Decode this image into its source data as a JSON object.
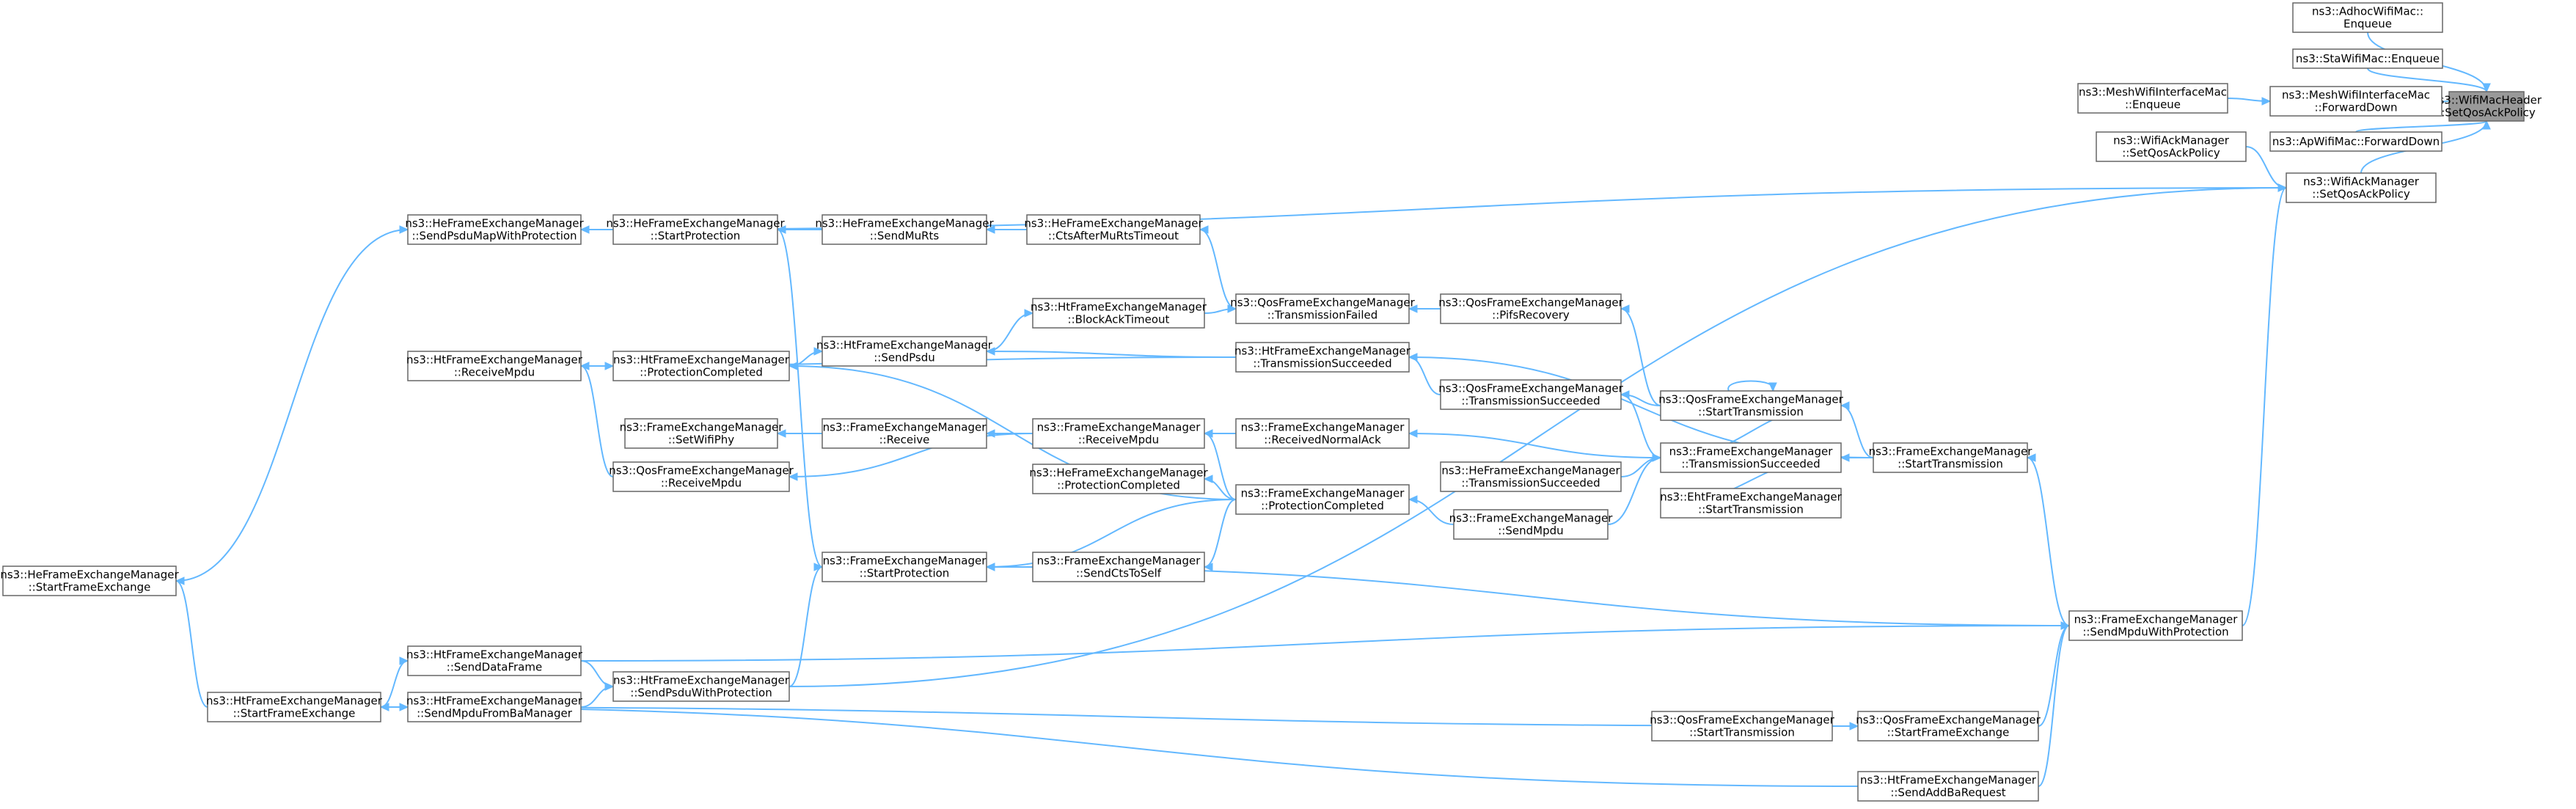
{
  "graph": {
    "colors": {
      "edge": "#63b8ff",
      "node_border": "#666666",
      "node_fill": "#ffffff",
      "highlight_fill": "#999999"
    },
    "nodes": [
      {
        "id": "n0",
        "lines": [
          "ns3::WifiMacHeader",
          "::SetQosAckPolicy"
        ],
        "highlight": true
      },
      {
        "id": "n1",
        "lines": [
          "ns3::AdhocWifiMac::",
          "Enqueue"
        ]
      },
      {
        "id": "n2",
        "lines": [
          "ns3::StaWifiMac::Enqueue"
        ]
      },
      {
        "id": "n3",
        "lines": [
          "ns3::MeshWifiInterfaceMac",
          "::ForwardDown"
        ]
      },
      {
        "id": "n4",
        "lines": [
          "ns3::MeshWifiInterfaceMac",
          "::Enqueue"
        ]
      },
      {
        "id": "n5",
        "lines": [
          "ns3::ApWifiMac::ForwardDown"
        ]
      },
      {
        "id": "n6",
        "lines": [
          "ns3::WifiAckManager",
          "::SetQosAckPolicy"
        ]
      },
      {
        "id": "n7",
        "lines": [
          "ns3::WifiAckManager",
          "::SetQosAckPolicy"
        ]
      },
      {
        "id": "n8",
        "lines": [
          "ns3::HeFrameExchangeManager",
          "::SendPsduMapWithProtection"
        ]
      },
      {
        "id": "n9",
        "lines": [
          "ns3::HeFrameExchangeManager",
          "::StartProtection"
        ]
      },
      {
        "id": "n10",
        "lines": [
          "ns3::HeFrameExchangeManager",
          "::SendMuRts"
        ]
      },
      {
        "id": "n11",
        "lines": [
          "ns3::HeFrameExchangeManager",
          "::CtsAfterMuRtsTimeout"
        ]
      },
      {
        "id": "n12",
        "lines": [
          "ns3::QosFrameExchangeManager",
          "::TransmissionFailed"
        ]
      },
      {
        "id": "n13",
        "lines": [
          "ns3::QosFrameExchangeManager",
          "::PifsRecovery"
        ]
      },
      {
        "id": "n14",
        "lines": [
          "ns3::HtFrameExchangeManager",
          "::BlockAckTimeout"
        ]
      },
      {
        "id": "n15",
        "lines": [
          "ns3::HtFrameExchangeManager",
          "::ReceiveMpdu"
        ]
      },
      {
        "id": "n16",
        "lines": [
          "ns3::HtFrameExchangeManager",
          "::ProtectionCompleted"
        ]
      },
      {
        "id": "n17",
        "lines": [
          "ns3::HtFrameExchangeManager",
          "::SendPsdu"
        ]
      },
      {
        "id": "n18",
        "lines": [
          "ns3::HtFrameExchangeManager",
          "::TransmissionSucceeded"
        ]
      },
      {
        "id": "n19",
        "lines": [
          "ns3::QosFrameExchangeManager",
          "::TransmissionSucceeded"
        ]
      },
      {
        "id": "n20",
        "lines": [
          "ns3::QosFrameExchangeManager",
          "::StartTransmission"
        ]
      },
      {
        "id": "n21",
        "lines": [
          "ns3::FrameExchangeManager",
          "::StartTransmission"
        ]
      },
      {
        "id": "n22",
        "lines": [
          "ns3::FrameExchangeManager",
          "::SetWifiPhy"
        ]
      },
      {
        "id": "n23",
        "lines": [
          "ns3::FrameExchangeManager",
          "::Receive"
        ]
      },
      {
        "id": "n24",
        "lines": [
          "ns3::FrameExchangeManager",
          "::ReceiveMpdu"
        ]
      },
      {
        "id": "n25",
        "lines": [
          "ns3::FrameExchangeManager",
          "::ReceivedNormalAck"
        ]
      },
      {
        "id": "n26",
        "lines": [
          "ns3::FrameExchangeManager",
          "::TransmissionSucceeded"
        ]
      },
      {
        "id": "n27",
        "lines": [
          "ns3::QosFrameExchangeManager",
          "::ReceiveMpdu"
        ]
      },
      {
        "id": "n28",
        "lines": [
          "ns3::HeFrameExchangeManager",
          "::ProtectionCompleted"
        ]
      },
      {
        "id": "n29",
        "lines": [
          "ns3::FrameExchangeManager",
          "::ProtectionCompleted"
        ]
      },
      {
        "id": "n30",
        "lines": [
          "ns3::HeFrameExchangeManager",
          "::TransmissionSucceeded"
        ]
      },
      {
        "id": "n31",
        "lines": [
          "ns3::EhtFrameExchangeManager",
          "::StartTransmission"
        ]
      },
      {
        "id": "n32",
        "lines": [
          "ns3::FrameExchangeManager",
          "::SendMpdu"
        ]
      },
      {
        "id": "n33",
        "lines": [
          "ns3::FrameExchangeManager",
          "::StartProtection"
        ]
      },
      {
        "id": "n34",
        "lines": [
          "ns3::FrameExchangeManager",
          "::SendCtsToSelf"
        ]
      },
      {
        "id": "n35",
        "lines": [
          "ns3::HeFrameExchangeManager",
          "::StartFrameExchange"
        ]
      },
      {
        "id": "n36",
        "lines": [
          "ns3::FrameExchangeManager",
          "::SendMpduWithProtection"
        ]
      },
      {
        "id": "n37",
        "lines": [
          "ns3::HtFrameExchangeManager",
          "::SendDataFrame"
        ]
      },
      {
        "id": "n38",
        "lines": [
          "ns3::HtFrameExchangeManager",
          "::SendPsduWithProtection"
        ]
      },
      {
        "id": "n39",
        "lines": [
          "ns3::HtFrameExchangeManager",
          "::StartFrameExchange"
        ]
      },
      {
        "id": "n40",
        "lines": [
          "ns3::HtFrameExchangeManager",
          "::SendMpduFromBaManager"
        ]
      },
      {
        "id": "n41",
        "lines": [
          "ns3::QosFrameExchangeManager",
          "::StartTransmission"
        ]
      },
      {
        "id": "n42",
        "lines": [
          "ns3::QosFrameExchangeManager",
          "::StartFrameExchange"
        ]
      },
      {
        "id": "n43",
        "lines": [
          "ns3::HtFrameExchangeManager",
          "::SendAddBaRequest"
        ]
      }
    ],
    "edges": [
      [
        "n1",
        "n0"
      ],
      [
        "n2",
        "n0"
      ],
      [
        "n3",
        "n0"
      ],
      [
        "n5",
        "n0"
      ],
      [
        "n7",
        "n0"
      ],
      [
        "n4",
        "n3"
      ],
      [
        "n6",
        "n7"
      ],
      [
        "n8",
        "n7"
      ],
      [
        "n9",
        "n8"
      ],
      [
        "n10",
        "n9"
      ],
      [
        "n11",
        "n10"
      ],
      [
        "n12",
        "n11"
      ],
      [
        "n13",
        "n12"
      ],
      [
        "n14",
        "n12"
      ],
      [
        "n17",
        "n14"
      ],
      [
        "n16",
        "n17"
      ],
      [
        "n15",
        "n16"
      ],
      [
        "n18",
        "n17"
      ],
      [
        "n18",
        "n15"
      ],
      [
        "n19",
        "n18"
      ],
      [
        "n20",
        "n19"
      ],
      [
        "n20",
        "n13"
      ],
      [
        "n20",
        "n20"
      ],
      [
        "n21",
        "n20"
      ],
      [
        "n21",
        "n18"
      ],
      [
        "n23",
        "n22"
      ],
      [
        "n24",
        "n23"
      ],
      [
        "n25",
        "n24"
      ],
      [
        "n26",
        "n25"
      ],
      [
        "n26",
        "n19"
      ],
      [
        "n26",
        "n20"
      ],
      [
        "n21",
        "n26"
      ],
      [
        "n24",
        "n27"
      ],
      [
        "n27",
        "n15"
      ],
      [
        "n29",
        "n28"
      ],
      [
        "n29",
        "n24"
      ],
      [
        "n29",
        "n16"
      ],
      [
        "n30",
        "n26"
      ],
      [
        "n31",
        "n26"
      ],
      [
        "n32",
        "n29"
      ],
      [
        "n32",
        "n26"
      ],
      [
        "n29",
        "n33"
      ],
      [
        "n34",
        "n33"
      ],
      [
        "n29",
        "n34"
      ],
      [
        "n33",
        "n9"
      ],
      [
        "n35",
        "n8"
      ],
      [
        "n36",
        "n7"
      ],
      [
        "n36",
        "n21"
      ],
      [
        "n36",
        "n33"
      ],
      [
        "n37",
        "n36"
      ],
      [
        "n38",
        "n33"
      ],
      [
        "n38",
        "n7"
      ],
      [
        "n37",
        "n38"
      ],
      [
        "n40",
        "n38"
      ],
      [
        "n39",
        "n37"
      ],
      [
        "n39",
        "n40"
      ],
      [
        "n39",
        "n35"
      ],
      [
        "n41",
        "n42"
      ],
      [
        "n42",
        "n36"
      ],
      [
        "n42",
        "n39"
      ],
      [
        "n43",
        "n36"
      ],
      [
        "n43",
        "n39"
      ]
    ]
  }
}
